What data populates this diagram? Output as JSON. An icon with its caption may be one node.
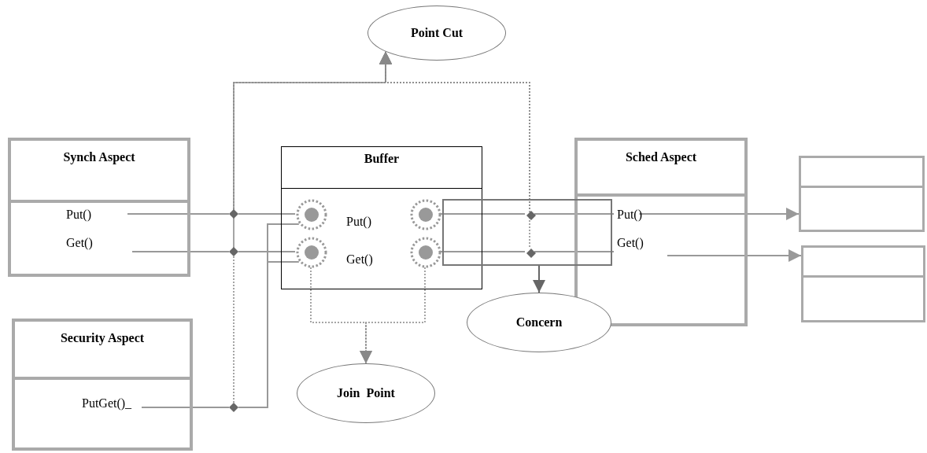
{
  "diagram": {
    "nodes": [
      {
        "text": [
          "Point Cut"
        ]
      },
      {
        "text": [
          "Synch Aspect"
        ]
      },
      {
        "text": [
          "Put()"
        ],
        "in": 1
      },
      {
        "text": [
          "Get()"
        ],
        "in": 1
      },
      {
        "text": [
          "Buffer",
          "Put()",
          "Get()"
        ]
      },
      {
        "text": [],
        "shape": "circle",
        "in": 4
      },
      {
        "text": [],
        "shape": "circle",
        "in": 4
      },
      {
        "text": [],
        "shape": "circle",
        "in": 4
      },
      {
        "text": [],
        "shape": "circle",
        "in": 4
      },
      {
        "text": [],
        "shape": "diamond"
      },
      {
        "text": [],
        "shape": "diamond"
      },
      {
        "text": [
          "Sched Aspect"
        ]
      },
      {
        "text": [
          "Put()"
        ],
        "in": 11
      },
      {
        "text": [
          "Get()"
        ],
        "in": 11
      },
      {
        "text": [],
        "shape": "box"
      },
      {
        "text": [],
        "shape": "box"
      },
      {
        "text": [],
        "shape": "box"
      },
      {
        "text": [],
        "shape": "diamond",
        "in": 16
      },
      {
        "text": [],
        "shape": "diamond",
        "in": 16
      },
      {
        "text": [
          "Security Aspect"
        ]
      },
      {
        "text": [
          "PutGet()_"
        ],
        "in": 19
      },
      {
        "text": [],
        "shape": "diamond"
      },
      {
        "text": [
          "Concern"
        ]
      },
      {
        "text": [
          "Join  Point"
        ]
      }
    ],
    "edges": [
      {
        "from": 2,
        "to": 9,
        "arrow": "none"
      },
      {
        "from": 9,
        "to": 5,
        "arrow": "none"
      },
      {
        "from": 3,
        "to": 10,
        "arrow": "none"
      },
      {
        "from": 10,
        "to": 6,
        "arrow": "none"
      },
      {
        "from": 20,
        "to": 21,
        "arrow": "none"
      },
      {
        "from": 21,
        "to": 5,
        "arrow": "none"
      },
      {
        "from": 21,
        "to": 6,
        "arrow": "none"
      },
      {
        "from": 7,
        "to": 17,
        "arrow": "none"
      },
      {
        "from": 17,
        "to": 12,
        "arrow": "none"
      },
      {
        "from": 8,
        "to": 18,
        "arrow": "none"
      },
      {
        "from": 18,
        "to": 13,
        "arrow": "none"
      },
      {
        "from": 12,
        "to": 14,
        "arrow": "to"
      },
      {
        "from": 13,
        "to": 15,
        "arrow": "to"
      },
      {
        "from": 9,
        "to": 0,
        "arrow": "to",
        "style": "dashed"
      },
      {
        "from": 10,
        "to": 0,
        "arrow": "to",
        "style": "dashed"
      },
      {
        "from": 21,
        "to": 0,
        "arrow": "to",
        "style": "dashed"
      },
      {
        "from": 17,
        "to": 0,
        "arrow": "to",
        "style": "dashed"
      },
      {
        "from": 18,
        "to": 0,
        "arrow": "to",
        "style": "dashed"
      },
      {
        "from": 6,
        "to": 23,
        "arrow": "to",
        "style": "dashed"
      },
      {
        "from": 8,
        "to": 23,
        "arrow": "to",
        "style": "dashed"
      },
      {
        "from": 16,
        "to": 22,
        "arrow": "to",
        "color": "#666666"
      }
    ]
  }
}
